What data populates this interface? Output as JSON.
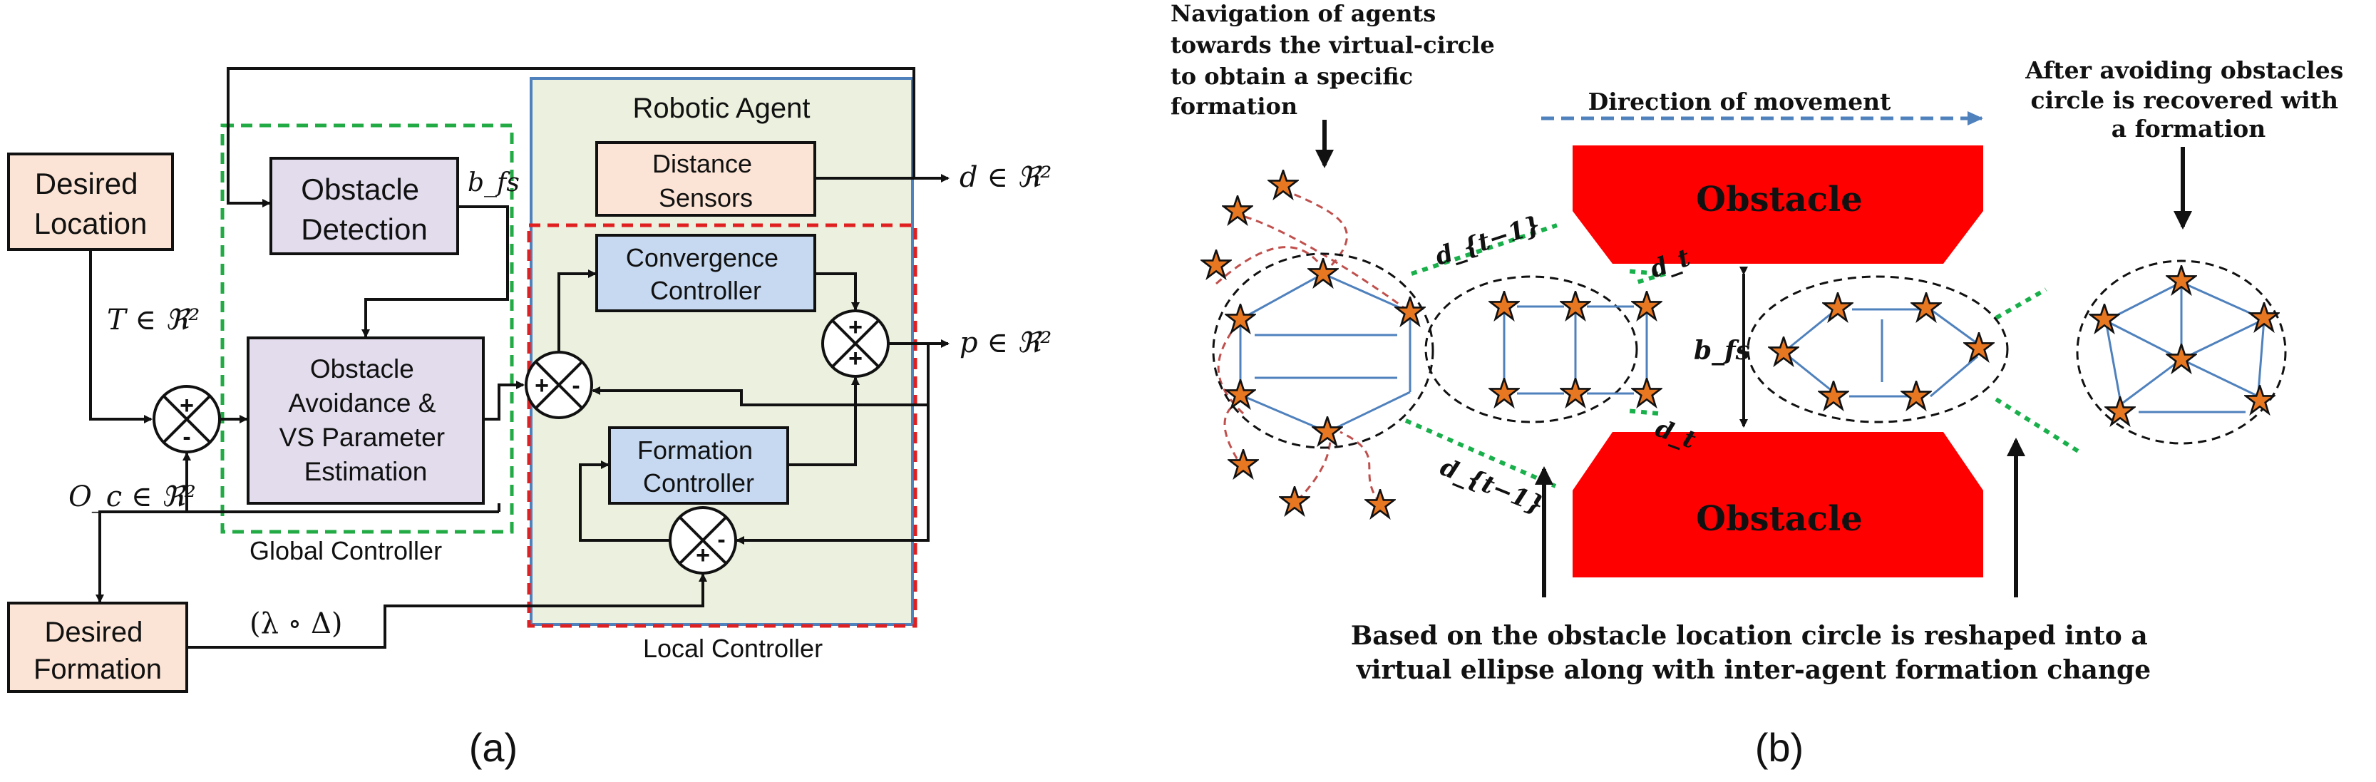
{
  "panel_a": {
    "caption": "(a)",
    "desired_location": [
      "Desired",
      "Location"
    ],
    "obstacle_detection": [
      "Obstacle",
      "Detection"
    ],
    "robotic_agent": "Robotic Agent",
    "distance_sensors": [
      "Distance",
      "Sensors"
    ],
    "convergence_controller": [
      "Convergence",
      "Controller"
    ],
    "obstacle_avoidance": [
      "Obstacle",
      "Avoidance &",
      "VS Parameter",
      "Estimation"
    ],
    "formation_controller": [
      "Formation",
      "Controller"
    ],
    "desired_formation": [
      "Desired",
      "Formation"
    ],
    "global_controller": "Global Controller",
    "local_controller": "Local Controller",
    "label_bfs": "b_fs",
    "label_d": "d ∈ ℜ²",
    "label_p": "p ∈ ℜ²",
    "label_T": "T ∈ ℜ²",
    "label_Oc": "O_c ∈ ℜ²",
    "label_lambda": "(λ ∘ Δ)",
    "sum_signs": [
      "+",
      "-",
      "+",
      "-",
      "+",
      "+",
      "+",
      "-"
    ]
  },
  "panel_b": {
    "caption": "(b)",
    "nav_note": [
      "Navigation of agents",
      "towards the virtual-circle",
      "to obtain a specific",
      "formation"
    ],
    "direction": "Direction of movement",
    "recovered_note": [
      "After avoiding obstacles",
      "circle is recovered  with",
      "a formation"
    ],
    "obstacle_top": "Obstacle",
    "obstacle_bottom": "Obstacle",
    "bottom_note": [
      "Based on the obstacle location circle is reshaped into a",
      "virtual ellipse along with inter-agent formation change"
    ],
    "label_dt1_top": "d_{t−1}",
    "label_dt_top": "d_t",
    "label_bfs": "b_fs",
    "label_dt_bottom": "d_t",
    "label_dt1_bottom": "d_{t−1}"
  },
  "colors": {
    "peach": "#fbe4d5",
    "lavender": "#e2dcec",
    "blue_box": "#c6d9f1",
    "agent_fill": "#ebf1de",
    "green_dash": "#22aa44",
    "red_dash": "#e02020",
    "blue_border": "#4f81bd",
    "obstacle_red": "#ff0000",
    "star": "#e87722",
    "edge_blue": "#4f81bd",
    "direction_blue": "#4f81bd",
    "dotted_green": "#19b04b",
    "trail_red": "#c0504d"
  }
}
